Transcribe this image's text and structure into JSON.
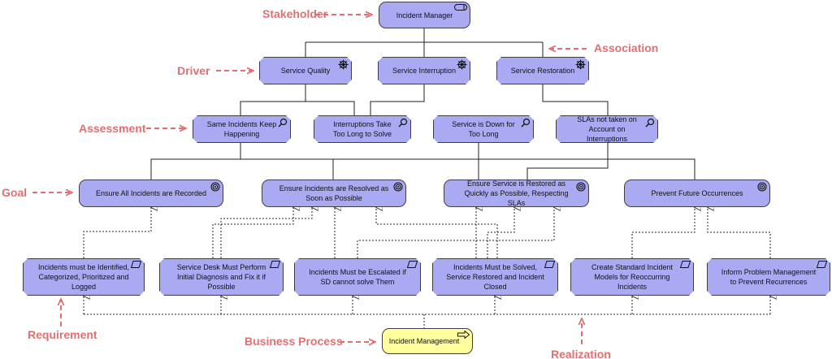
{
  "colors": {
    "node_fill": "#aaaaf2",
    "business_process_fill": "#ffff9e",
    "node_border": "#3f3f3f",
    "connector": "#222222",
    "callout": "#e07070"
  },
  "stakeholder": {
    "label": "Incident Manager",
    "icon": "stakeholder-icon"
  },
  "drivers": [
    {
      "label": "Service Quality",
      "icon": "driver-icon"
    },
    {
      "label": "Service Interruption",
      "icon": "driver-icon"
    },
    {
      "label": "Service Restoration",
      "icon": "driver-icon"
    }
  ],
  "assessments": [
    {
      "label": "Same Incidents Keep Happening",
      "icon": "assessment-icon"
    },
    {
      "label": "Interruptions Take Too Long to Solve",
      "icon": "assessment-icon"
    },
    {
      "label": "Service is Down for Too Long",
      "icon": "assessment-icon"
    },
    {
      "label": "SLAs not taken on Account on Interruptions",
      "icon": "assessment-icon"
    }
  ],
  "goals": [
    {
      "label": "Ensure All Incidents are Recorded",
      "icon": "goal-icon"
    },
    {
      "label": "Ensure Incidents are Resolved as Soon as Possible",
      "icon": "goal-icon"
    },
    {
      "label": "Ensure Service is Restored as Quickly as Possible, Respecting SLAs",
      "icon": "goal-icon"
    },
    {
      "label": "Prevent Future Occurrences",
      "icon": "goal-icon"
    }
  ],
  "requirements": [
    {
      "label": "Incidents must be Identified, Categorized, Prioritized and Logged",
      "icon": "requirement-icon"
    },
    {
      "label": "Service Desk Must Perform Initial Diagnosis and Fix it if Possible",
      "icon": "requirement-icon"
    },
    {
      "label": "Incidents Must be Escalated if SD cannot solve Them",
      "icon": "requirement-icon"
    },
    {
      "label": "Incidents Must be Solved, Service Restored and Incident Closed",
      "icon": "requirement-icon"
    },
    {
      "label": "Create Standard Incident Models for Reoccurring Incidents",
      "icon": "requirement-icon"
    },
    {
      "label": "Inform Problem Management to Prevent Recurrences",
      "icon": "requirement-icon"
    }
  ],
  "business_process": {
    "label": "Incident Management",
    "icon": "business-process-icon"
  },
  "callouts": {
    "stakeholder": "Stakeholder",
    "driver": "Driver",
    "association": "Association",
    "assessment": "Assessment",
    "goal": "Goal",
    "requirement": "Requirement",
    "business_process": "Business Process",
    "realization": "Realization"
  }
}
